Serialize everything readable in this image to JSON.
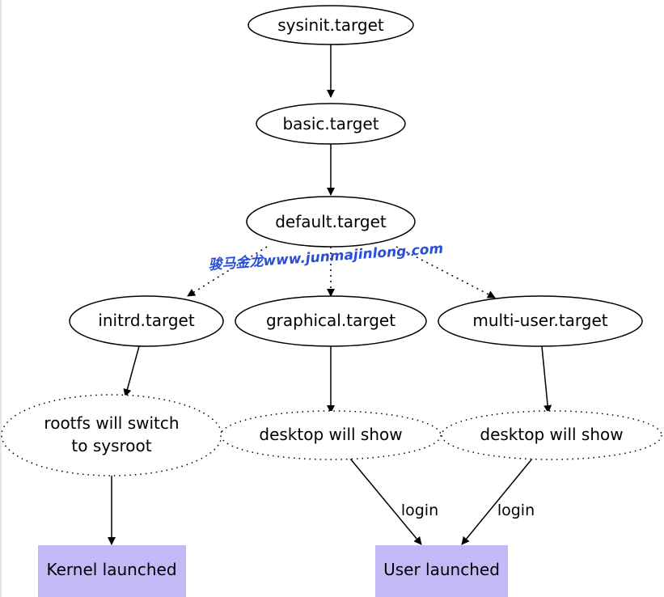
{
  "watermark": "骏马金龙www.junmajinlong.com",
  "nodes": {
    "sysinit": "sysinit.target",
    "basic": "basic.target",
    "default": "default.target",
    "initrd": "initrd.target",
    "graphical": "graphical.target",
    "multiuser": "multi-user.target",
    "rootfs_line1": "rootfs will switch",
    "rootfs_line2": "to sysroot",
    "desktop1": "desktop will show",
    "desktop2": "desktop will show",
    "kernel": "Kernel launched",
    "user": "User launched"
  },
  "edge_labels": {
    "login_left": "login",
    "login_right": "login"
  },
  "colors": {
    "box_fill": "#c2b9f7",
    "watermark": "#2a4fd6"
  }
}
